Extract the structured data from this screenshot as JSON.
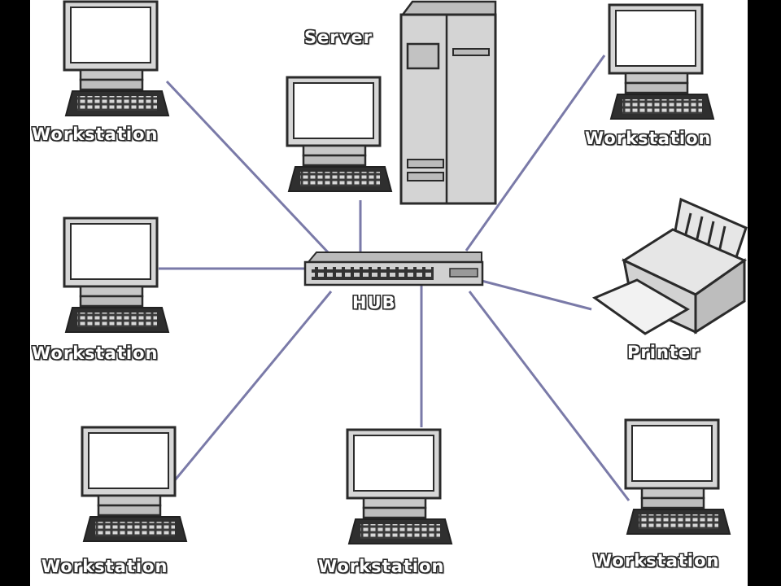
{
  "nodes": {
    "server": {
      "label": "Server"
    },
    "hub": {
      "label": "HUB"
    },
    "printer": {
      "label": "Printer"
    },
    "ws_top_left": {
      "label": "Workstation"
    },
    "ws_top_right": {
      "label": "Workstation"
    },
    "ws_mid_left": {
      "label": "Workstation"
    },
    "ws_bottom_left": {
      "label": "Workstation"
    },
    "ws_bottom_center": {
      "label": "Workstation"
    },
    "ws_bottom_right": {
      "label": "Workstation"
    }
  },
  "colors": {
    "link": "#7a7aa8",
    "outline": "#2a2a2a",
    "fill": "#d6d6d6",
    "screen": "#ffffff"
  }
}
